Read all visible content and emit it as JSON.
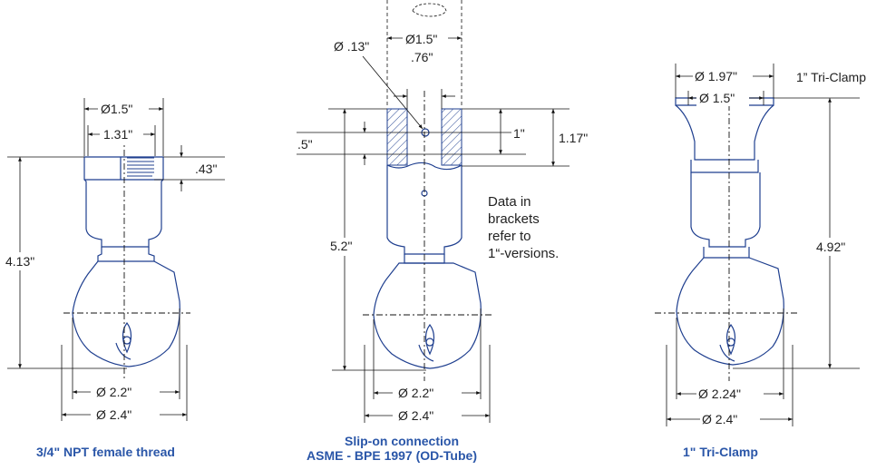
{
  "captions": {
    "left": "3/4\" NPT female thread",
    "middle_line1": "Slip-on connection",
    "middle_line2": "ASME - BPE 1997 (OD-Tube)",
    "right": "1\" Tri-Clamp"
  },
  "left": {
    "d_top": "Ø1.5\"",
    "d_thread": "1.31\"",
    "thread_depth": ".43\"",
    "height": "4.13\"",
    "d_inner": "Ø 2.2\"",
    "d_outer": "Ø 2.4\""
  },
  "middle": {
    "d_hole": "Ø .13\"",
    "d_tube": "Ø1.5\"",
    "d_bore": ".76\"",
    "hole_pos": ".5\"",
    "depth1": "1\"",
    "depth2": "1.17\"",
    "height": "5.2\"",
    "d_inner": "Ø 2.2\"",
    "d_outer": "Ø 2.4\"",
    "note_lines": [
      "Data in",
      "brackets",
      "refer to",
      "1“-versions."
    ]
  },
  "right": {
    "d_clamp": "Ø 1.97\"",
    "d_inner_clamp": "Ø 1.5\"",
    "clamp_label": "1” Tri-Clamp",
    "height": "4.92\"",
    "d_inner": "Ø 2.24\"",
    "d_outer": "Ø 2.4\""
  },
  "colors": {
    "outline": "#1f3f8f",
    "caption": "#2a56a8",
    "dimension": "#222222"
  }
}
